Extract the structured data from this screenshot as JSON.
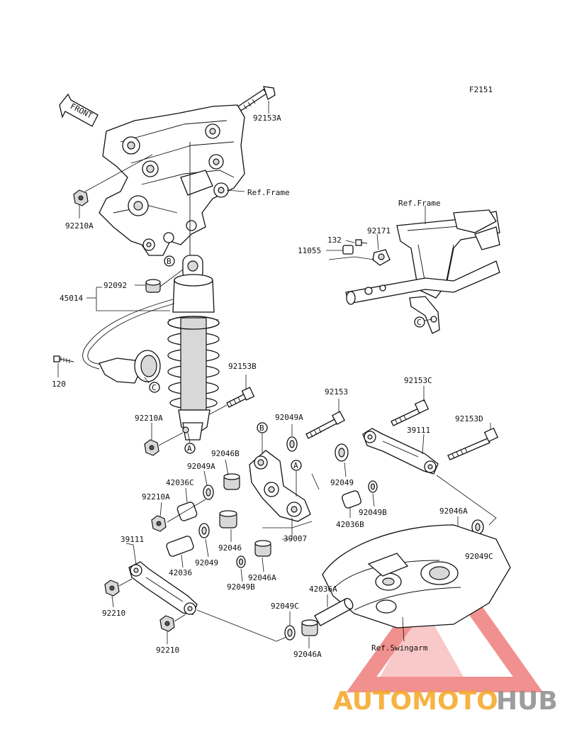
{
  "figure_code": "F2151",
  "front_label": "FRONT",
  "ref_labels": {
    "frame_top": "Ref.Frame",
    "frame_right": "Ref.Frame",
    "swingarm": "Ref.Swingarm"
  },
  "callouts": [
    "A",
    "B",
    "C"
  ],
  "part_labels": [
    "92153A",
    "92210A",
    "92092",
    "45014",
    "120",
    "92153B",
    "92210A",
    "92049A",
    "92046B",
    "92049A",
    "42036C",
    "92210A",
    "39111",
    "42036",
    "92049",
    "92046",
    "92210",
    "92210",
    "92049B",
    "92046A",
    "39007",
    "92049",
    "92049B",
    "42036B",
    "92153",
    "92153C",
    "39111",
    "92153D",
    "92046A",
    "92049C",
    "42036A",
    "92049C",
    "92046A",
    "132",
    "92171",
    "11055"
  ],
  "watermark": {
    "text_orange": "AUTOMOTO",
    "text_gray": "HUB",
    "colors": {
      "orange": "#f5a623",
      "gray": "#8c8c8c",
      "red": "#e53935"
    }
  }
}
